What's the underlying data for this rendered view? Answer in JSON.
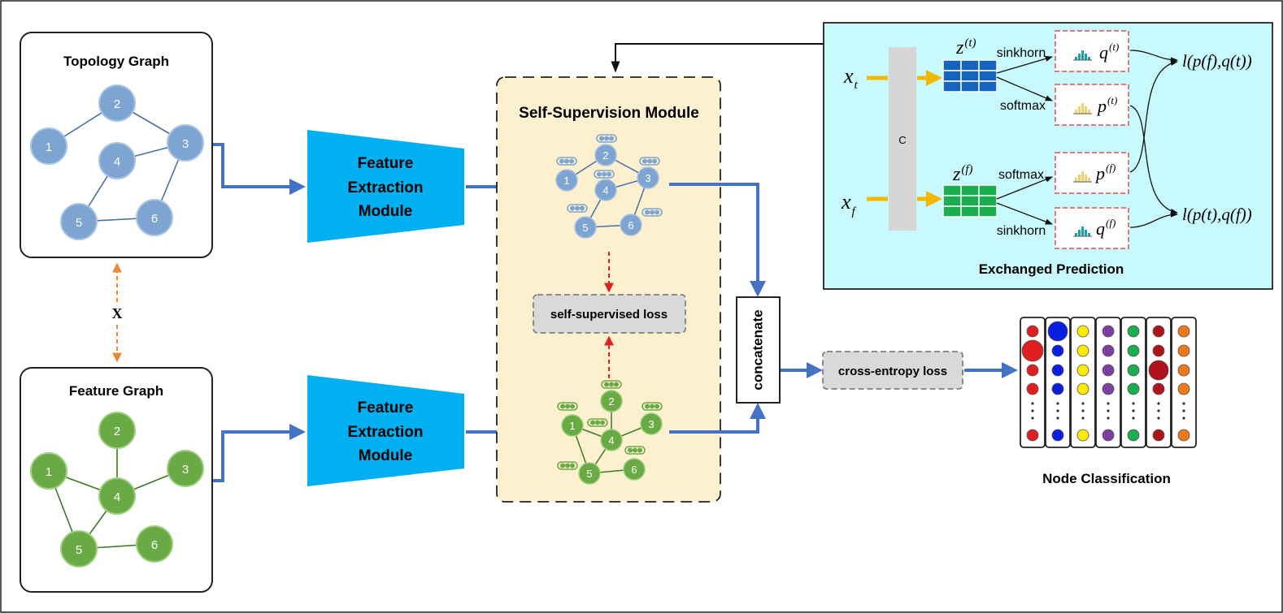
{
  "panels": {
    "topology_title": "Topology Graph",
    "feature_title": "Feature Graph",
    "link_label": "X"
  },
  "graph_nodes": [
    "1",
    "2",
    "3",
    "4",
    "5",
    "6"
  ],
  "extractor": {
    "line1": "Feature",
    "line2": "Extraction",
    "line3": "Module"
  },
  "self_supervision": {
    "title": "Self-Supervision Module",
    "loss": "self-supervised loss"
  },
  "concatenate": "concatenate",
  "cross_entropy": "cross-entropy loss",
  "node_classification": "Node Classification",
  "exchanged": {
    "title": "Exchanged Prediction",
    "c_label": "C",
    "x_t": "x",
    "x_t_sub": "t",
    "x_f": "x",
    "x_f_sub": "f",
    "z_t": "z",
    "z_t_sup": "(t)",
    "z_f": "z",
    "z_f_sup": "(f)",
    "sinkhorn_top": "sinkhorn",
    "softmax_top": "softmax",
    "softmax_bottom": "softmax",
    "sinkhorn_bottom": "sinkhorn",
    "q_t": "q",
    "q_t_sup": "(t)",
    "p_t": "p",
    "p_t_sup": "(t)",
    "p_f": "p",
    "p_f_sup": "(f)",
    "q_f": "q",
    "q_f_sup": "(f)",
    "loss_top": "l(p(f),q(t))",
    "loss_bottom": "l(p(t),q(f))"
  },
  "colors": {
    "topology_node": "#7ea4d2",
    "feature_node": "#6aaa45",
    "extractor": "#00b0f0",
    "arrow": "#4472c4",
    "module_bg": "#fdf0cf",
    "exchanged_bg": "#c8fafd",
    "loss_box": "#d9d9d9",
    "z_t": "#1565c0",
    "z_f": "#1aae50",
    "yellow_arrow": "#f5b800",
    "red_dash": "#e02020",
    "orange_dash": "#e88a3a"
  }
}
